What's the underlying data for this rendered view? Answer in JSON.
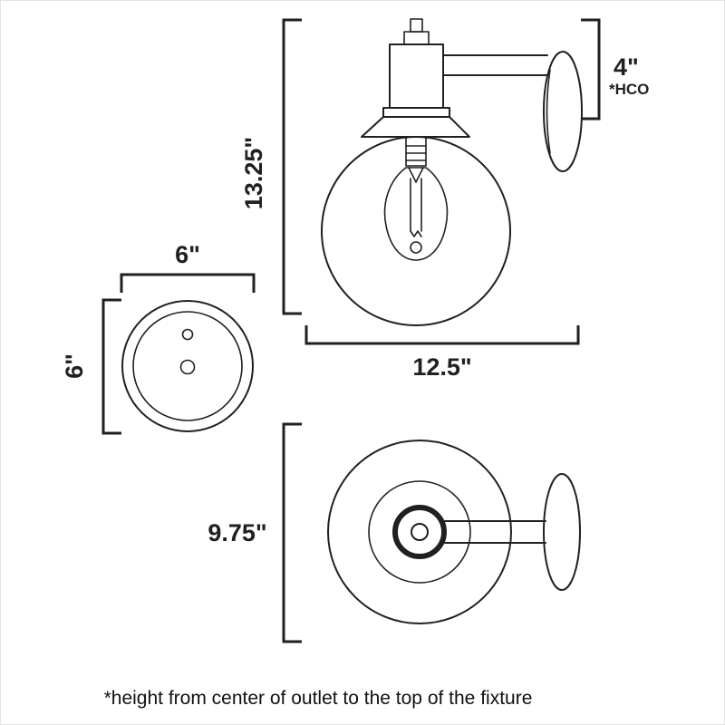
{
  "colors": {
    "line": "#231f20",
    "background": "#ffffff"
  },
  "labels": {
    "side_height": "13.25\"",
    "hco_value": "4\"",
    "hco_note": "*HCO",
    "side_width": "12.5\"",
    "canopy_width": "6\"",
    "canopy_depth": "6\"",
    "plan_depth": "9.75\"",
    "footnote": "*height from center of outlet to the top of the fixture"
  }
}
